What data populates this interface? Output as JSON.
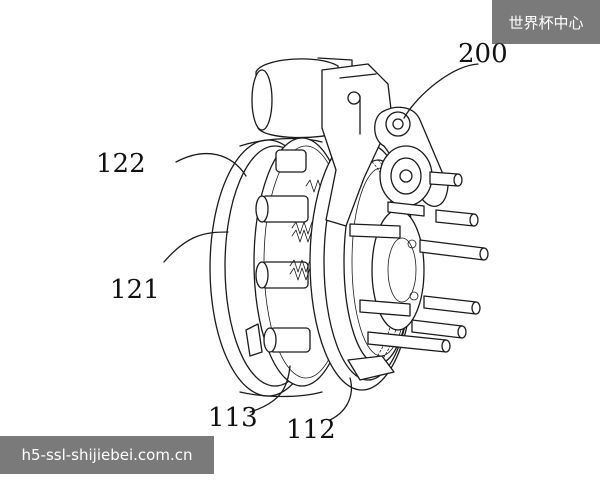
{
  "labels": {
    "l200": "200",
    "l122": "122",
    "l121": "121",
    "l113": "113",
    "l112": "112"
  },
  "watermark_badge": "世界杯中心",
  "watermark_url": "h5-ssl-shijiebei.com.cn"
}
